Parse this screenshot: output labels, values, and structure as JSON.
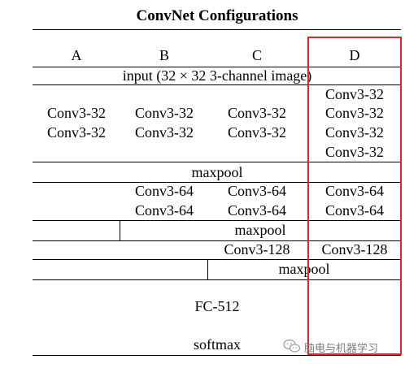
{
  "title": "ConvNet Configurations",
  "columns": [
    "A",
    "B",
    "C",
    "D"
  ],
  "input_row": "input (32 × 32 3-channel image)",
  "block1": {
    "A": [
      "Conv3-32",
      "Conv3-32"
    ],
    "B": [
      "Conv3-32",
      "Conv3-32"
    ],
    "C": [
      "Conv3-32",
      "Conv3-32"
    ],
    "D": [
      "Conv3-32",
      "Conv3-32",
      "Conv3-32",
      "Conv3-32"
    ]
  },
  "maxpool1": "maxpool",
  "block2": {
    "B": [
      "Conv3-64",
      "Conv3-64"
    ],
    "C": [
      "Conv3-64",
      "Conv3-64"
    ],
    "D": [
      "Conv3-64",
      "Conv3-64"
    ]
  },
  "maxpool2": "maxpool",
  "block3": {
    "C": "Conv3-128",
    "D": "Conv3-128"
  },
  "maxpool3": "maxpool",
  "fc": "FC-512",
  "softmax": "softmax",
  "highlight_color": "#e0242b",
  "watermark": "脑电与机器学习"
}
